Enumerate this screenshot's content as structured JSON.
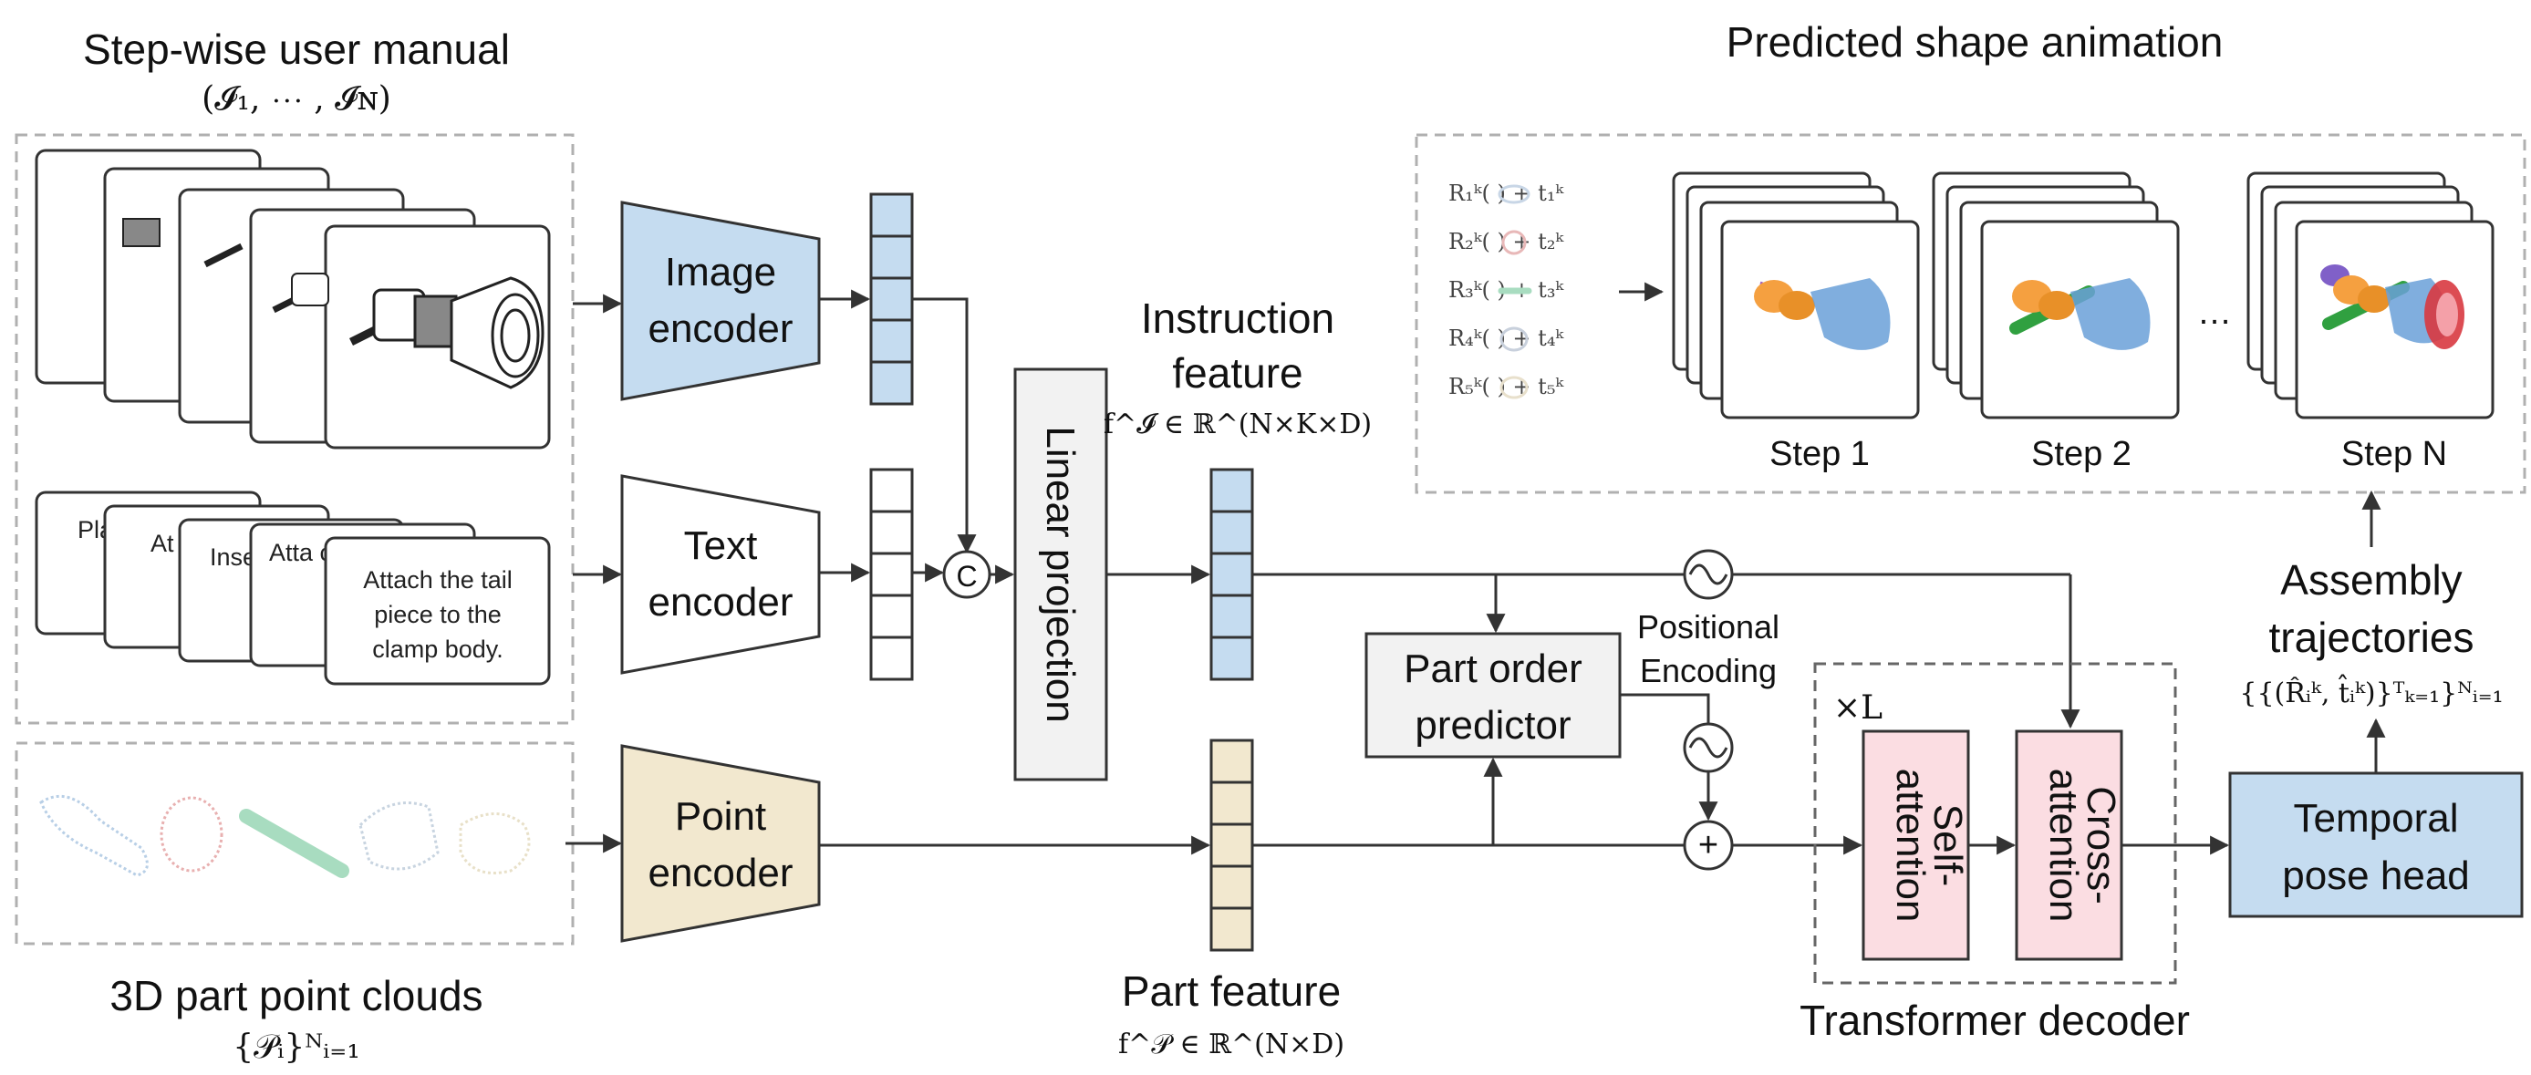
{
  "manual": {
    "title": "Step-wise user manual",
    "math": "(𝓘₁, ⋯ , 𝓘ɴ)",
    "text_cards": [
      "Pla Sh",
      "At clam the",
      "Inse thr cla",
      "Atta cap t of t s"
    ],
    "front_text_lines": [
      "Attach the tail",
      "piece to the",
      "clamp body."
    ]
  },
  "pointclouds": {
    "title": "3D part point clouds",
    "math": "{𝒫ᵢ}ᴺᵢ₌₁"
  },
  "encoders": {
    "image": [
      "Image",
      "encoder"
    ],
    "text": [
      "Text",
      "encoder"
    ],
    "point": [
      "Point",
      "encoder"
    ]
  },
  "concat_symbol": "C",
  "linear_projection": "Linear projection",
  "instruction_feature": {
    "lines": [
      "Instruction",
      "feature"
    ],
    "math": "f^𝓘 ∈ ℝ^(N×K×D)"
  },
  "part_feature": {
    "label": "Part feature",
    "math": "f^𝒫 ∈ ℝ^(N×D)"
  },
  "part_order_predictor": [
    "Part order",
    "predictor"
  ],
  "positional_encoding": [
    "Positional",
    "Encoding"
  ],
  "plus_symbol": "+",
  "transformer": {
    "repeat": "×L",
    "self_attention": [
      "Self-",
      "attention"
    ],
    "cross_attention": [
      "Cross-",
      "attention"
    ],
    "title": "Transformer decoder"
  },
  "temporal_pose_head": [
    "Temporal",
    "pose head"
  ],
  "assembly": {
    "lines": [
      "Assembly",
      "trajectories"
    ],
    "math": "{{(R̂ᵢᵏ, t̂ᵢᵏ)}ᵀₖ₌₁}ᴺᵢ₌₁"
  },
  "animation": {
    "title": "Predicted shape animation",
    "rt_terms": [
      "R₁ᵏ(       ) + t₁ᵏ",
      "R₂ᵏ(       ) + t₂ᵏ",
      "R₃ᵏ(       ) + t₃ᵏ",
      "R₄ᵏ(       ) + t₄ᵏ",
      "R₅ᵏ(       ) + t₅ᵏ"
    ],
    "steps": [
      "Step 1",
      "Step 2",
      "Step N"
    ],
    "ellipsis": "…"
  },
  "colors": {
    "encoder_blue": "#c5dcf0",
    "encoder_tan": "#f2e8cf",
    "attention_pink": "#fbdde2",
    "pose_head_blue": "#c5dcf0",
    "predictor_gray": "#f2f2f2",
    "feature_blue": "#c5dcf0",
    "feature_tan": "#f2e8cf"
  }
}
